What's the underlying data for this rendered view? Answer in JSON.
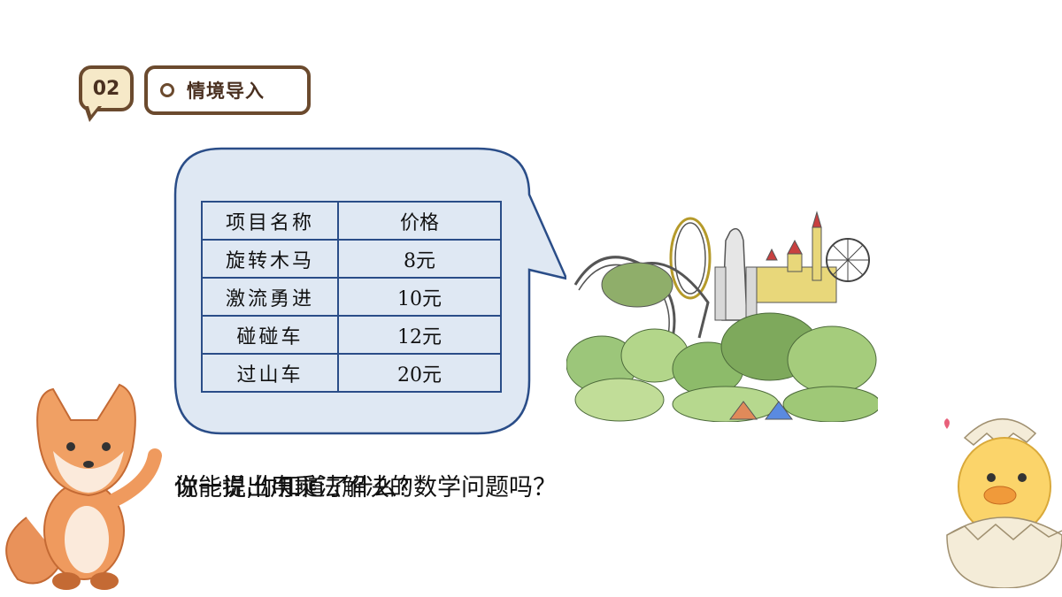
{
  "header": {
    "number": "02",
    "section_title": "情境导入"
  },
  "table": {
    "headers": [
      "项目名称",
      "价格"
    ],
    "rows": [
      [
        "旋转木马",
        "8元"
      ],
      [
        "激流勇进",
        "10元"
      ],
      [
        "碰碰车",
        "12元"
      ],
      [
        "过山车",
        "20元"
      ]
    ]
  },
  "question": {
    "text_a": "你能提出用乘法解决的数学问题吗？",
    "text_b": "说一说,你知道了什么?"
  },
  "colors": {
    "bubble_fill": "#dfe8f3",
    "bubble_stroke": "#2a4d88",
    "badge_border": "#6b4a2e",
    "badge_fill": "#f6e9c8"
  },
  "images": {
    "park": "amusement-park-illustration",
    "fox": "fox-cartoon",
    "duck": "duckling-in-egg-cartoon"
  }
}
